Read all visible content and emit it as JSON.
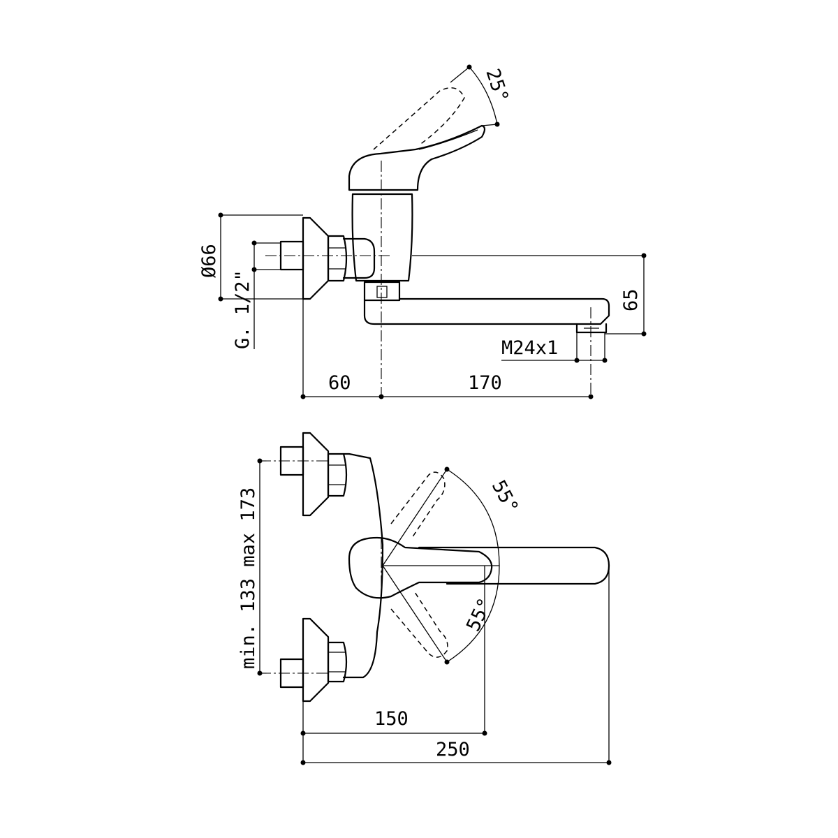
{
  "side_view": {
    "handle_tilt_angle": "25°",
    "flange_diameter": "Ø66",
    "inlet_thread": "G. 1/2\"",
    "spout_height": "65",
    "aerator_thread": "M24x1",
    "body_offset": "60",
    "spout_reach": "170"
  },
  "top_view": {
    "inlet_spacing": "min. 133 max 173",
    "handle_swing_upper": "55°",
    "handle_swing_lower": "55°",
    "handle_reach": "150",
    "overall_length": "250"
  }
}
